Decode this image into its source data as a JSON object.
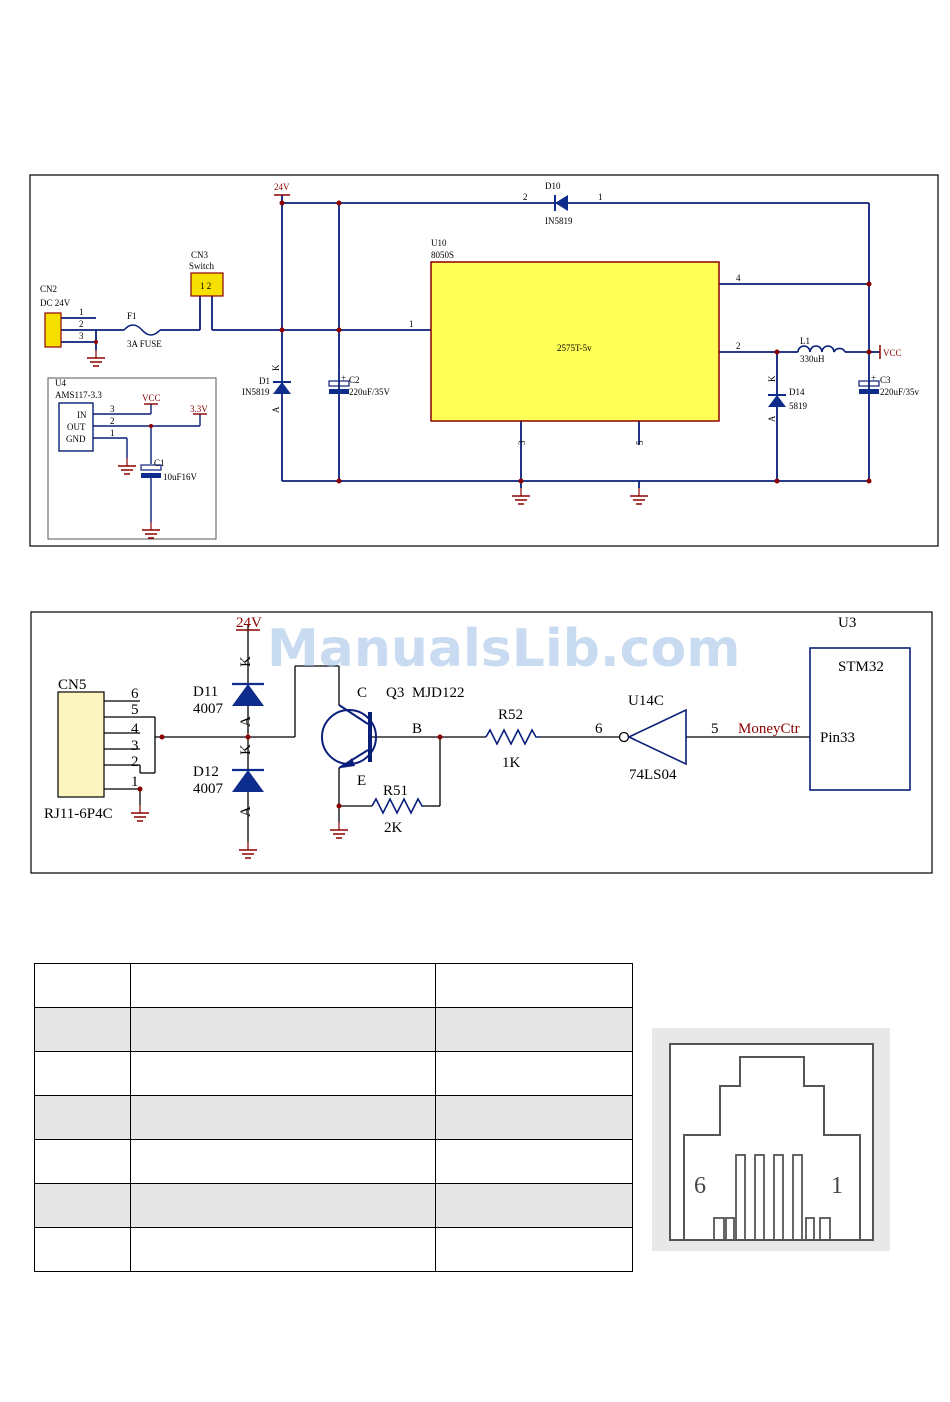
{
  "watermark": "ManualsLib.com",
  "power_circuit": {
    "cn2": {
      "ref": "CN2",
      "value": "DC 24V",
      "pins": [
        "1",
        "2",
        "3"
      ]
    },
    "fuse": {
      "ref": "F1",
      "value": "3A FUSE"
    },
    "cn3": {
      "ref": "CN3",
      "value": "Switch",
      "pins": "1 2"
    },
    "net_24v": "24V",
    "d10": {
      "ref": "D10",
      "value": "IN5819",
      "pin_a": "2",
      "pin_k": "1"
    },
    "u10": {
      "ref": "U10",
      "package": "8050S",
      "part": "2575T-5v",
      "pins": [
        "1",
        "2",
        "3",
        "4",
        "5"
      ]
    },
    "d1": {
      "ref": "D1",
      "value": "IN5819",
      "k": "K",
      "a": "A"
    },
    "c2": {
      "ref": "C2",
      "value": "220uF/35V"
    },
    "l1": {
      "ref": "L1",
      "value": "330uH"
    },
    "vcc_out": "VCC",
    "d14": {
      "ref": "D14",
      "value": "5819",
      "k": "K",
      "a": "A"
    },
    "c3": {
      "ref": "C3",
      "value": "220uF/35v"
    },
    "u4": {
      "ref": "U4",
      "part": "AMS117-3.3",
      "in": "IN",
      "out": "OUT",
      "gnd": "GND",
      "pins": [
        "3",
        "2",
        "1"
      ]
    },
    "u4_vcc": "VCC",
    "u4_33v": "3.3V",
    "c1": {
      "ref": "C1",
      "value": "10uF16V"
    }
  },
  "signal_circuit": {
    "cn5": {
      "ref": "CN5",
      "part": "RJ11-6P4C",
      "pins": [
        "6",
        "5",
        "4",
        "3",
        "2",
        "1"
      ]
    },
    "net_24v": "24V",
    "d11": {
      "ref": "D11",
      "value": "4007",
      "k": "K",
      "a": "A"
    },
    "d12": {
      "ref": "D12",
      "value": "4007",
      "k": "K",
      "a": "A"
    },
    "q3": {
      "ref": "Q3",
      "value": "MJD122",
      "c": "C",
      "b": "B",
      "e": "E"
    },
    "r52": {
      "ref": "R52",
      "value": "1K"
    },
    "r51": {
      "ref": "R51",
      "value": "2K"
    },
    "u14": {
      "ref": "U14C",
      "part": "74LS04",
      "pin_in": "6",
      "pin_out": "5"
    },
    "net_money": "MoneyCtr",
    "u3": {
      "ref": "U3",
      "part": "STM32",
      "pin": "Pin33"
    }
  },
  "pin_table": {
    "rows": 7,
    "cols": 3
  },
  "rj11_figure": {
    "left_label": "6",
    "right_label": "1"
  },
  "colors": {
    "wire": "#0a1f7a",
    "ic_fill": "#ffff55",
    "ic_border": "#8b0000",
    "power_red": "#8b0000",
    "connector_fill": "#fdf5c0",
    "diode_fill": "#0d2c8c"
  }
}
